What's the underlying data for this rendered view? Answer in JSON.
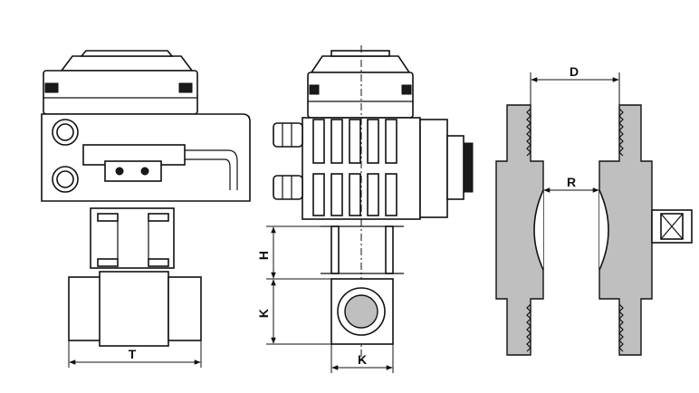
{
  "labels": {
    "T": "T",
    "H": "H",
    "K_vertical": "K",
    "K_horizontal": "K",
    "D": "D",
    "R": "R"
  }
}
